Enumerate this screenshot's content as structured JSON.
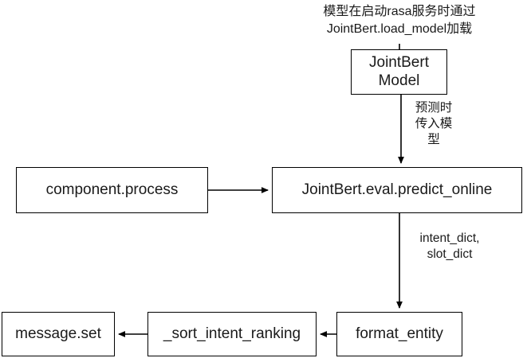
{
  "diagram": {
    "title_annotation": "模型在启动rasa服务时通过\nJointBert.load_model加载",
    "nodes": [
      {
        "id": "jointbert-model",
        "label": "JointBert\nModel"
      },
      {
        "id": "component-process",
        "label": "component.process"
      },
      {
        "id": "predict-online",
        "label": "JointBert.eval.predict_online"
      },
      {
        "id": "message-set",
        "label": "message.set"
      },
      {
        "id": "sort-intent-ranking",
        "label": "_sort_intent_ranking"
      },
      {
        "id": "format-entity",
        "label": "format_entity"
      }
    ],
    "edge_labels": [
      {
        "id": "model-to-predict",
        "text": "预测时\n传入模\n型"
      },
      {
        "id": "predict-to-format",
        "text": "intent_dict,\nslot_dict"
      }
    ],
    "colors": {
      "stroke": "#000000",
      "text": "#1a1a1a",
      "background": "#ffffff"
    }
  }
}
